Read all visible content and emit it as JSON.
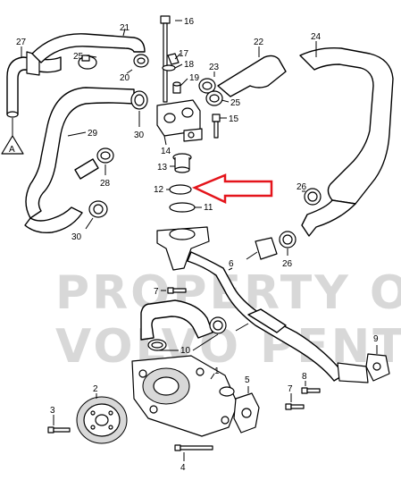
{
  "watermark": {
    "line1": "PROPERTY OF",
    "line2": "VOLVO PENTA"
  },
  "diagram": {
    "callouts": [
      "1",
      "2",
      "3",
      "4",
      "5",
      "6",
      "7",
      "8",
      "9",
      "10",
      "11",
      "12",
      "13",
      "14",
      "15",
      "16",
      "17",
      "18",
      "19",
      "20",
      "21",
      "22",
      "23",
      "24",
      "25",
      "26",
      "27",
      "28",
      "29",
      "30"
    ],
    "view_marker": "A",
    "highlight": {
      "target_callout": "12",
      "color": "#e4141b"
    }
  }
}
